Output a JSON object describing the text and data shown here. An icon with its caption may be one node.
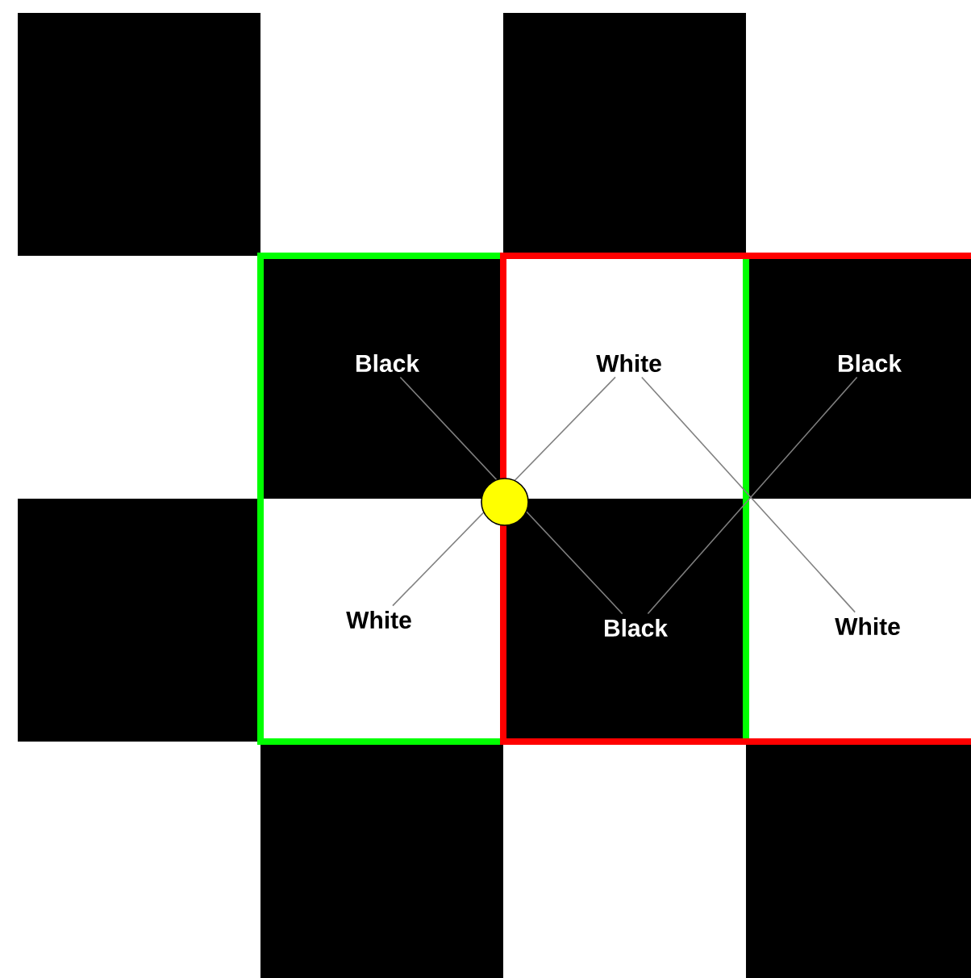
{
  "diagram": {
    "nodes": [
      {
        "text": [
          "Black"
        ]
      },
      {
        "text": [
          "White"
        ]
      },
      {
        "text": [
          "Black"
        ]
      },
      {
        "text": [
          "White"
        ]
      },
      {
        "text": [
          "Black"
        ]
      },
      {
        "text": [
          "White"
        ]
      }
    ],
    "edges": [
      {
        "from": 0,
        "to": 4,
        "arrow": "none"
      },
      {
        "from": 3,
        "to": 1,
        "arrow": "none"
      },
      {
        "from": 1,
        "to": 5,
        "arrow": "none"
      },
      {
        "from": 2,
        "to": 4,
        "arrow": "none"
      }
    ]
  }
}
